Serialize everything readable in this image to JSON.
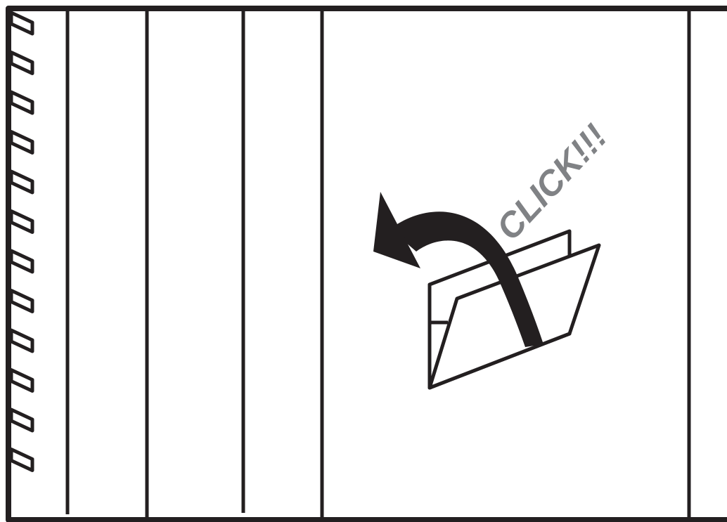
{
  "illustration": {
    "caption": "CLICK!!!",
    "colors": {
      "line": "#231f20",
      "arrow": "#231f20",
      "caption": "#808285",
      "background": "#ffffff"
    },
    "icons": [
      "binding-teeth-icon",
      "folder-icon",
      "curved-arrow-icon"
    ],
    "divider_count": 5,
    "binding_tooth_count": 12
  }
}
